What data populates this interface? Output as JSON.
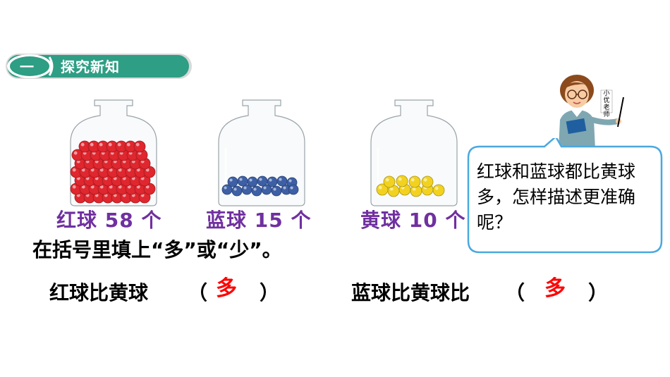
{
  "section": {
    "number": "一",
    "title": "探究新知"
  },
  "jars": [
    {
      "label": "红球 58 个",
      "ball_color": "#e0262e",
      "count": 58
    },
    {
      "label": "蓝球 15 个",
      "ball_color": "#3d5fa6",
      "count": 15
    },
    {
      "label": "黄球 10 个",
      "ball_color": "#f2d21f",
      "count": 10
    }
  ],
  "instruction": "在括号里填上“多”或“少”。",
  "compare": [
    {
      "text": "红球比黄球",
      "paren_open": "（",
      "answer": "多",
      "paren_close": "）"
    },
    {
      "text": "蓝球比黄球比",
      "paren_open": "（",
      "answer": "多",
      "paren_close": "）"
    }
  ],
  "bubble": {
    "text": "红球和蓝球都比黄球多，怎样描述更准确呢？"
  },
  "teacher": {
    "sign": "小优老师"
  },
  "colors": {
    "header_green": "#2e9e84",
    "label_purple": "#7030a0",
    "answer_red": "#ff0000",
    "bubble_border": "#4aa8e0"
  }
}
